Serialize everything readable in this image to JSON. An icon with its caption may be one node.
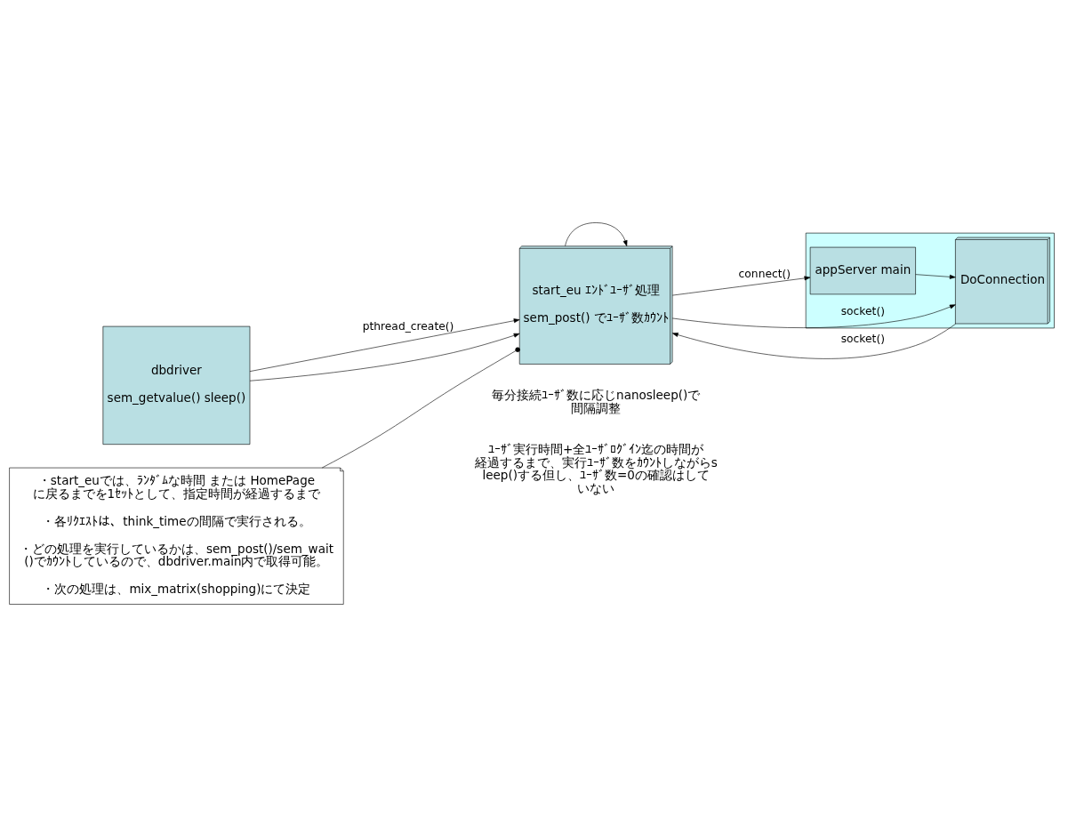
{
  "diagram": {
    "nodes": [
      {
        "text": [
          "dbdriver",
          "sem_getvalue() sleep()"
        ]
      },
      {
        "text": [
          "start_eu ｴﾝﾄﾞﾕｰｻﾞ処理",
          "sem_post() でﾕｰｻﾞ数ｶｳﾝﾄ"
        ]
      },
      {
        "text": [],
        "shape": "box"
      },
      {
        "text": [
          "appServer main"
        ],
        "in": 2
      },
      {
        "text": [
          "DoConnection"
        ],
        "in": 2
      },
      {
        "text": [
          "・start_euでは、ﾗﾝﾀﾞﾑな時間 または HomePage に戻るまでを1ｾｯﾄとして、指定時間が経過するまで",
          "・各ﾘｸｴｽﾄは、think_timeの間隔で実行される。",
          "・どの処理を実行しているかは、sem_post()/sem_wait()でｶｳﾝﾄしているので、dbdriver.main内で取得可能。",
          "・次の処理は、mix_matrix(shopping)にて決定"
        ]
      }
    ],
    "edges": [
      {
        "from": 0,
        "to": 1,
        "arrow": "to",
        "label": "pthread_create()"
      },
      {
        "from": 0,
        "to": 1,
        "arrow": "to"
      },
      {
        "from": 1,
        "to": 3,
        "arrow": "to",
        "label": "connect()"
      },
      {
        "from": 1,
        "to": 4,
        "arrow": "to",
        "label": "socket()"
      },
      {
        "from": 3,
        "to": 4,
        "arrow": "to"
      },
      {
        "from": 4,
        "to": 1,
        "arrow": "to",
        "label": "socket()"
      },
      {
        "from": 1,
        "to": 1,
        "arrow": "to"
      },
      {
        "from": 5,
        "to": 1,
        "arrow": "other"
      }
    ],
    "labels": [
      "毎分接続ﾕｰｻﾞ数に応じnanosleep()で間隔調整",
      "ﾕｰｻﾞ実行時間+全ﾕｰｻﾞﾛｸﾞｲﾝ迄の時間が経過するまで、実行ﾕｰｻﾞ数をｶｳﾝﾄしながらsleep()する但し、ﾕｰｻﾞ数=0の確認はしていない"
    ]
  }
}
